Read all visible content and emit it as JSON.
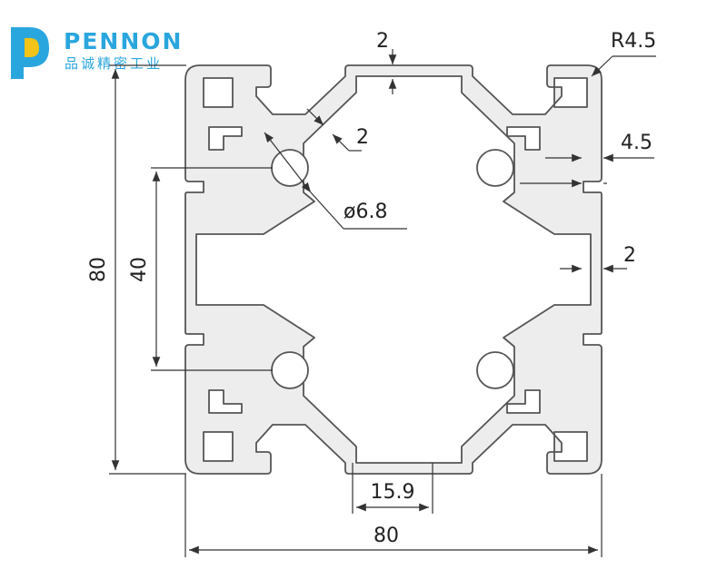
{
  "logo": {
    "brand": "PENNON",
    "subtitle": "品诚精密工业",
    "brand_color": "#2aa6de",
    "accent_color": "#f3c316"
  },
  "profile": {
    "fill": "#ededed",
    "stroke": "#555555"
  },
  "dimensions": {
    "slot_wall": "2",
    "corner_radius": "R4.5",
    "diagonal_wall": "2",
    "slot_depth": "4.5",
    "side_wall": "2",
    "hole_dia": "ø6.8",
    "height": "80",
    "hole_pitch": "40",
    "slot_width": "15.9",
    "width": "80"
  }
}
